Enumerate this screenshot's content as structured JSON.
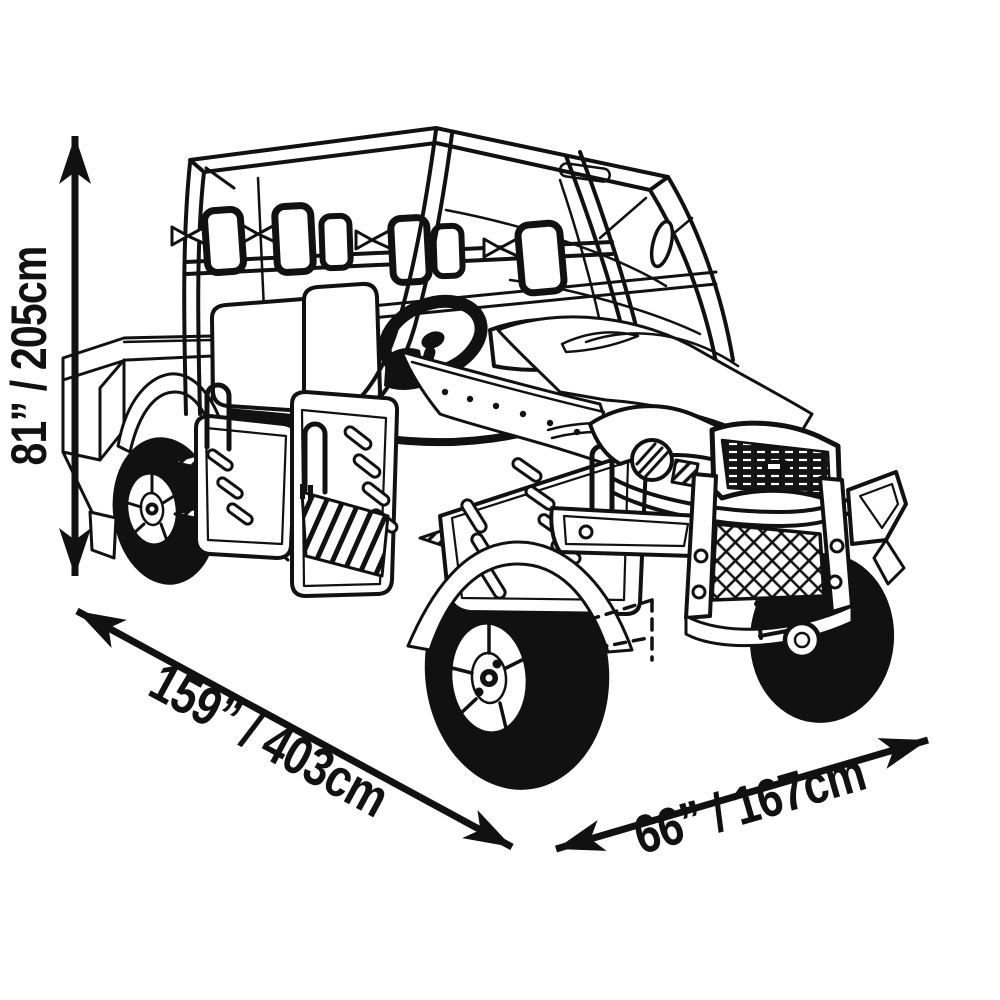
{
  "colors": {
    "ink": "#111111",
    "background": "#ffffff"
  },
  "diagram": {
    "type": "product-dimension-diagram",
    "subject": "four-seat-utv-side-by-side-line-drawing",
    "dimensions": {
      "height": {
        "label": "81” / 205cm",
        "inches": "81”",
        "centimeters": "205cm"
      },
      "length": {
        "label": "159” / 403cm",
        "inches": "159”",
        "centimeters": "403cm"
      },
      "width": {
        "label": "66” / 167cm",
        "inches": "66”",
        "centimeters": "167cm"
      }
    }
  }
}
